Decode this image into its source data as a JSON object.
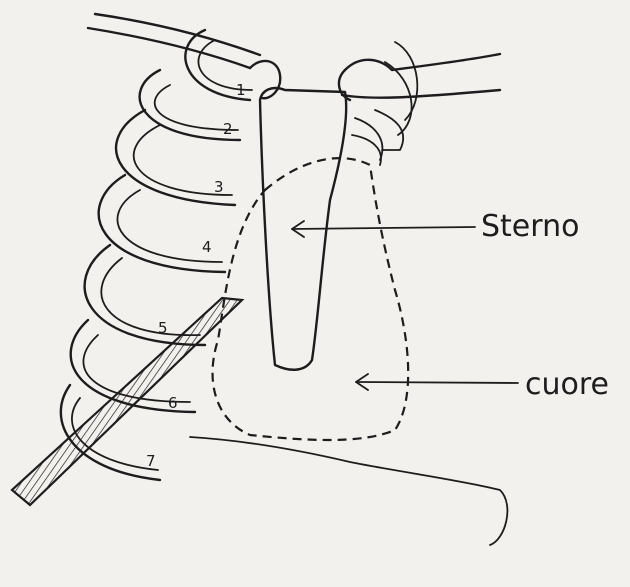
{
  "labels": {
    "sterno": "Sterno",
    "cuore": "cuore"
  },
  "rib_numbers": [
    "1",
    "2",
    "3",
    "4",
    "5",
    "6",
    "7"
  ]
}
